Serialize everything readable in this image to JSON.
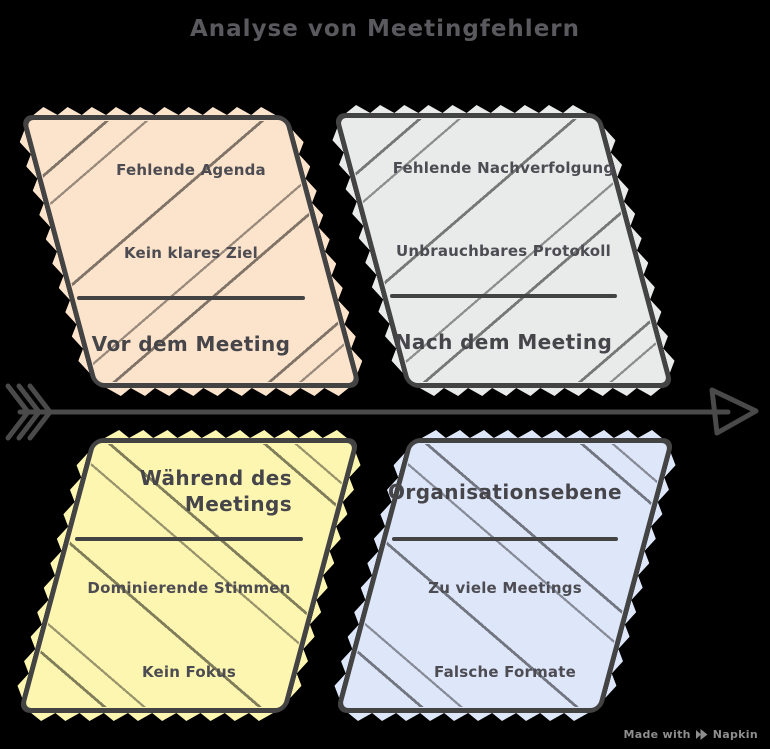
{
  "diagram": {
    "title": "Analyse von Meetingfehlern",
    "categories": [
      {
        "label": "Vor dem Meeting",
        "position": "top-left",
        "fill": "#fce3cb",
        "items": [
          "Fehlende Agenda",
          "Kein klares Ziel"
        ]
      },
      {
        "label": "Nach dem Meeting",
        "position": "top-right",
        "fill": "#e9eaea",
        "items": [
          "Fehlende Nachverfolgung",
          "Unbrauchbares Protokoll"
        ]
      },
      {
        "label": "Während des Meetings",
        "position": "bottom-left",
        "fill": "#fdf6b1",
        "items": [
          "Dominierende Stimmen",
          "Kein Fokus"
        ]
      },
      {
        "label": "Organisationsebene",
        "position": "bottom-right",
        "fill": "#dee7fa",
        "items": [
          "Zu viele Meetings",
          "Falsche Formate"
        ]
      }
    ],
    "colors": {
      "background": "#000000",
      "ink": "#434343",
      "title_text": "#5a5a5e",
      "item_text": "#4c4c52"
    },
    "icons": {
      "spine": "arrow-right-icon",
      "watermark_logo": "napkin-logo-icon"
    }
  },
  "watermark": {
    "prefix": "Made with",
    "brand": "Napkin"
  }
}
